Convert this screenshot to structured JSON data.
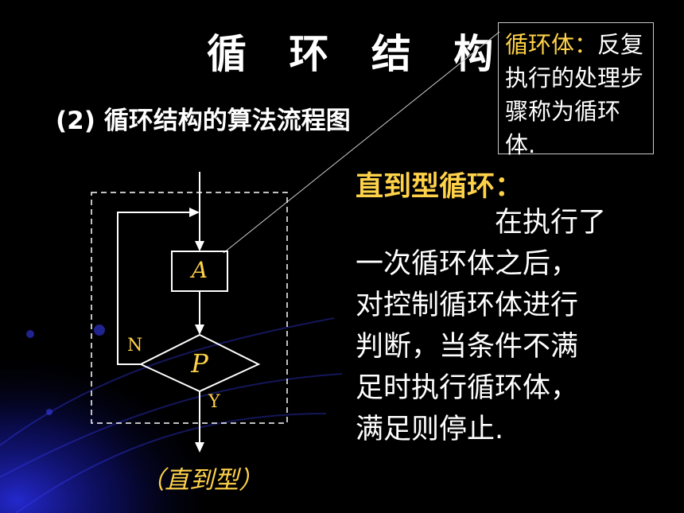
{
  "title": "循 环 结 构",
  "subtitle": "(2)  循环结构的算法流程图",
  "note": {
    "keyword": "循环体：",
    "text_rest": "反复执行的处理步骤称为循环体."
  },
  "heading": "直到型循环：",
  "body_lines": [
    "在执行了",
    "一次循环体之后，",
    "对控制循环体进行",
    "判断，当条件不满",
    "足时执行循环体，",
    "满足则停止."
  ],
  "flowchart": {
    "process_label": "A",
    "condition_label": "P",
    "no_label": "N",
    "yes_label": "Y"
  },
  "caption": "（直到型）",
  "colors": {
    "background": "#000000",
    "accent": "#ffd24a",
    "text": "#ffffff",
    "glow": "#1a1fd6"
  }
}
